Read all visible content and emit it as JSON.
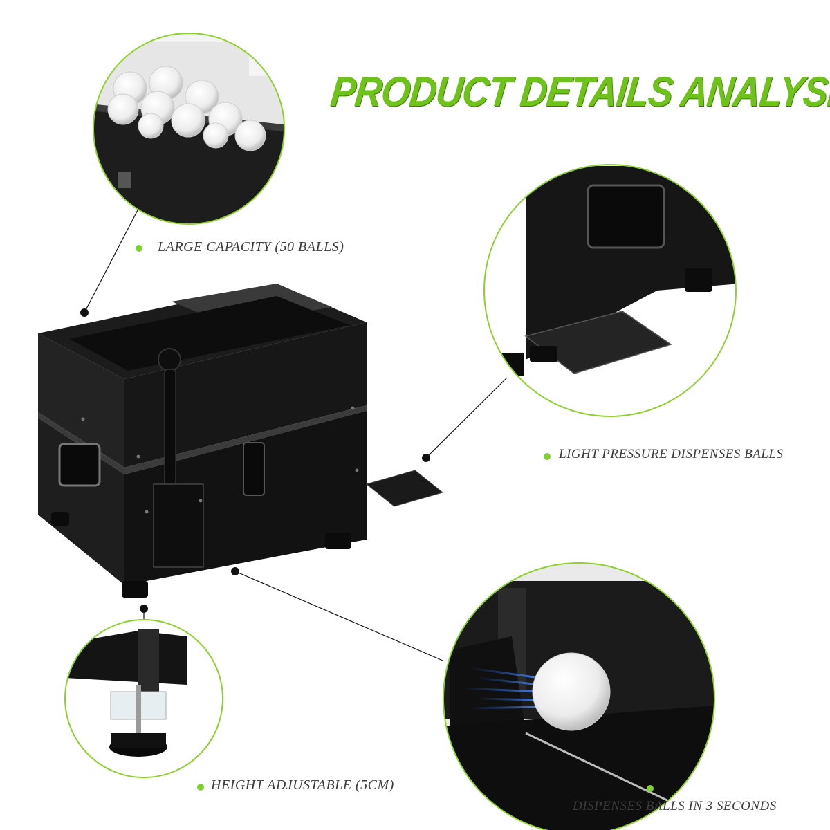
{
  "title": "PRODUCT DETAILS ANALYSIS",
  "features": [
    {
      "label": "LARGE CAPACITY (50 BALLS)"
    },
    {
      "label": "LIGHT PRESSURE DISPENSES BALLS"
    },
    {
      "label": "HEIGHT ADJUSTABLE (5CM)"
    },
    {
      "label": "DISPENSES BALLS IN 3 SECONDS"
    }
  ],
  "colors": {
    "accent": "#6ec21a",
    "ring": "#8ed12e",
    "machine": "#161616",
    "caption": "#3c3c3c",
    "background": "#ffffff"
  }
}
